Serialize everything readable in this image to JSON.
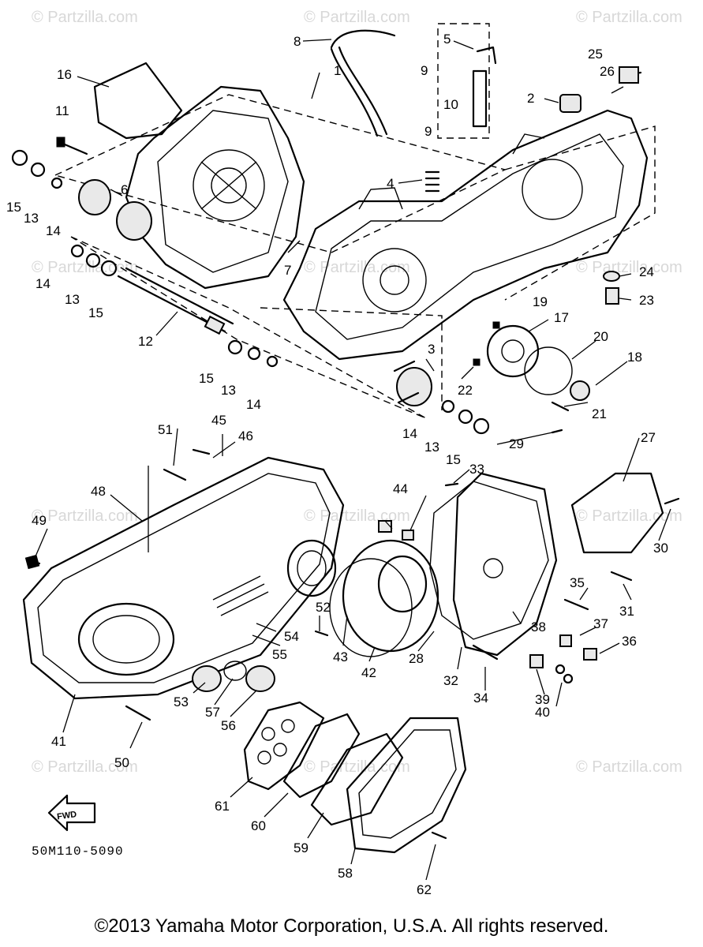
{
  "diagram": {
    "watermark": "© Partzilla.com",
    "diagram_code": "50M110-5090",
    "fwd_arrow_label": "FWD",
    "copyright": "©2013  Yamaha Motor Corporation, U.S.A. All rights reserved.",
    "callouts": [
      "1",
      "2",
      "3",
      "4",
      "5",
      "6",
      "7",
      "8",
      "9",
      "9",
      "10",
      "11",
      "12",
      "13",
      "13",
      "13",
      "13",
      "14",
      "14",
      "14",
      "14",
      "15",
      "15",
      "15",
      "15",
      "16",
      "17",
      "18",
      "19",
      "20",
      "21",
      "22",
      "23",
      "24",
      "25",
      "26",
      "27",
      "28",
      "29",
      "30",
      "31",
      "32",
      "33",
      "34",
      "35",
      "36",
      "37",
      "38",
      "39",
      "40",
      "41",
      "42",
      "43",
      "44",
      "45",
      "46",
      "48",
      "49",
      "50",
      "51",
      "52",
      "53",
      "54",
      "55",
      "56",
      "57",
      "58",
      "59",
      "60",
      "61",
      "62"
    ]
  }
}
